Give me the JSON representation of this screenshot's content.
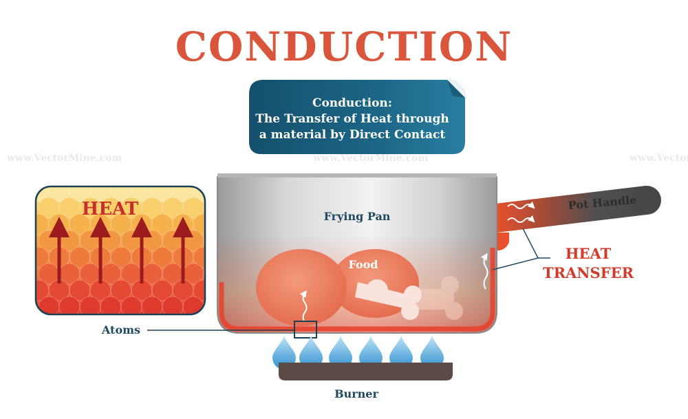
{
  "title": "CONDUCTION",
  "definition": {
    "line1": "Conduction:",
    "line2": "The Transfer of Heat through",
    "line3": "a material by Direct Contact"
  },
  "labels": {
    "heat": "HEAT",
    "atoms": "Atoms",
    "frying_pan": "Frying Pan",
    "food": "Food",
    "pot_handle": "Pot Handle",
    "heat_transfer_line1": "HEAT",
    "heat_transfer_line2": "TRANSFER",
    "burner": "Burner"
  },
  "watermark": "www.VectorMine.com",
  "colors": {
    "title": "#d9553b",
    "accent_red": "#d43a2b",
    "callout_bg": "#175a78",
    "pan_heat": "#e8402b",
    "flame": "#4aa6dc",
    "burner": "#5b4a45",
    "handle": "#4d4d4d"
  }
}
